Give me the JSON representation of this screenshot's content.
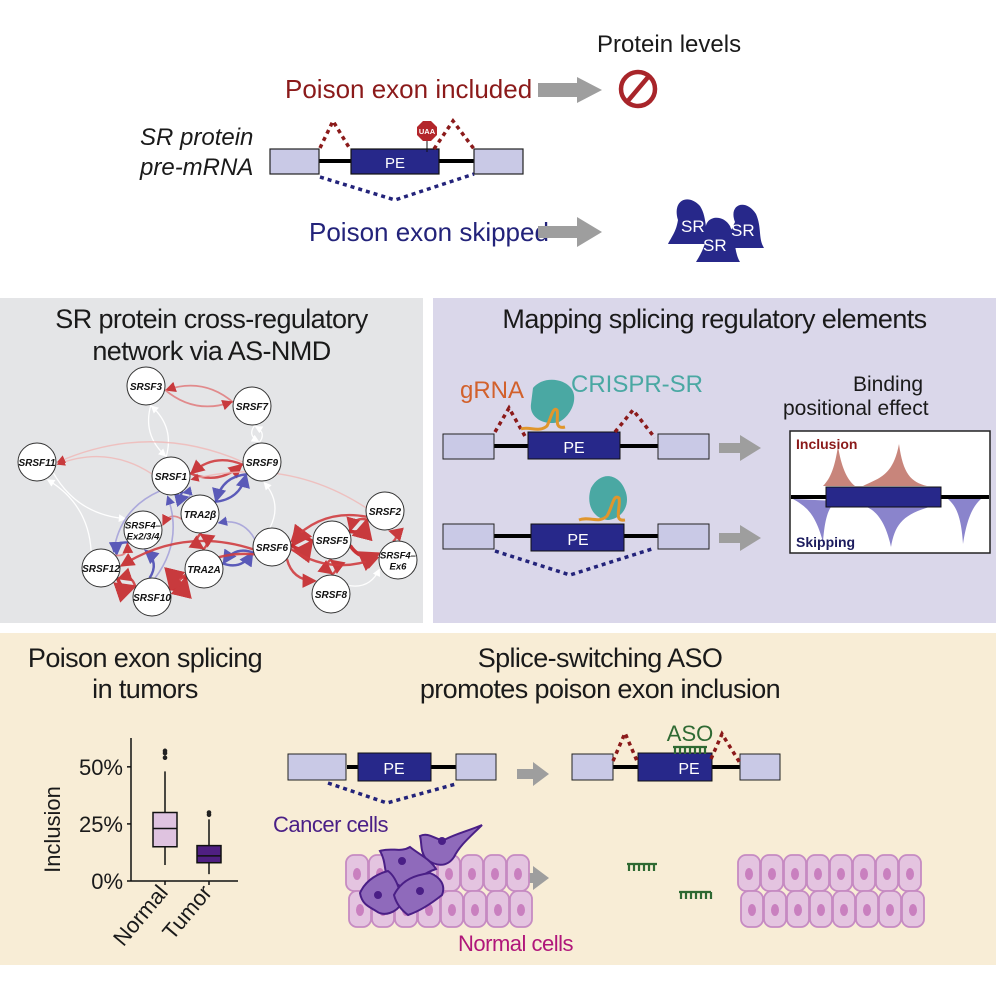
{
  "colors": {
    "included_red": "#8b1a1a",
    "skipped_navy": "#23237a",
    "pe_fill": "#27288a",
    "exon_fill": "#c9c9e6",
    "arrow_gray": "#9e9e9e",
    "gray_panel": "#e4e5e7",
    "lavender_panel": "#dad7ea",
    "beige_panel": "#f8edd6",
    "crispr_teal": "#4aa8a3",
    "grna_orange": "#d2612c",
    "aso_green": "#2f6a33",
    "cancer_purple": "#4a1f86",
    "normal_magenta": "#b0167a"
  },
  "top": {
    "protein_levels": "Protein levels",
    "included_label": "Poison exon included",
    "skipped_label": "Poison exon skipped",
    "pre_mrna_line1": "SR protein",
    "pre_mrna_line2": "pre-mRNA",
    "pe": "PE",
    "stop_codon": "UAA",
    "no_protein_icon": "prohibited-icon",
    "sr_labels": [
      "SR",
      "SR",
      "SR"
    ]
  },
  "network": {
    "title_line1": "SR protein cross-regulatory",
    "title_line2": "network via AS-NMD",
    "nodes": [
      {
        "id": "SRSF3",
        "label": [
          "SRSF3"
        ]
      },
      {
        "id": "SRSF7",
        "label": [
          "SRSF7"
        ]
      },
      {
        "id": "SRSF11",
        "label": [
          "SRSF11"
        ]
      },
      {
        "id": "SRSF1",
        "label": [
          "SRSF1"
        ]
      },
      {
        "id": "SRSF9",
        "label": [
          "SRSF9"
        ]
      },
      {
        "id": "TRA2B",
        "label": [
          "TRA2β"
        ]
      },
      {
        "id": "SRSF4a",
        "label": [
          "SRSF4–",
          "Ex2/3/4"
        ]
      },
      {
        "id": "SRSF12",
        "label": [
          "SRSF12"
        ]
      },
      {
        "id": "SRSF10",
        "label": [
          "SRSF10"
        ]
      },
      {
        "id": "TRA2A",
        "label": [
          "TRA2A"
        ]
      },
      {
        "id": "SRSF6",
        "label": [
          "SRSF6"
        ]
      },
      {
        "id": "SRSF5",
        "label": [
          "SRSF5"
        ]
      },
      {
        "id": "SRSF2",
        "label": [
          "SRSF2"
        ]
      },
      {
        "id": "SRSF4b",
        "label": [
          "SRSF4–",
          "Ex6"
        ]
      },
      {
        "id": "SRSF8",
        "label": [
          "SRSF8"
        ]
      }
    ],
    "edges": [
      {
        "from": "SRSF7",
        "to": "SRSF3",
        "type": "red-light"
      },
      {
        "from": "SRSF3",
        "to": "SRSF7",
        "type": "red-light"
      },
      {
        "from": "SRSF3",
        "to": "SRSF1",
        "type": "white"
      },
      {
        "from": "SRSF1",
        "to": "SRSF3",
        "type": "white"
      },
      {
        "from": "SRSF7",
        "to": "SRSF9",
        "type": "white"
      },
      {
        "from": "SRSF9",
        "to": "SRSF7",
        "type": "white"
      },
      {
        "from": "SRSF1",
        "to": "SRSF11",
        "type": "red-faint"
      },
      {
        "from": "SRSF9",
        "to": "SRSF11",
        "type": "red-faint"
      },
      {
        "from": "SRSF11",
        "to": "SRSF4a",
        "type": "white"
      },
      {
        "from": "SRSF12",
        "to": "SRSF11",
        "type": "white"
      },
      {
        "from": "SRSF9",
        "to": "SRSF1",
        "type": "red"
      },
      {
        "from": "SRSF1",
        "to": "SRSF9",
        "type": "red"
      },
      {
        "from": "SRSF9",
        "to": "TRA2B",
        "type": "blue"
      },
      {
        "from": "TRA2B",
        "to": "SRSF9",
        "type": "blue"
      },
      {
        "from": "SRSF1",
        "to": "TRA2B",
        "type": "blue"
      },
      {
        "from": "TRA2B",
        "to": "SRSF1",
        "type": "blue-light"
      },
      {
        "from": "SRSF1",
        "to": "SRSF12",
        "type": "blue-light"
      },
      {
        "from": "TRA2B",
        "to": "SRSF4a",
        "type": "red-light"
      },
      {
        "from": "SRSF4a",
        "to": "SRSF12",
        "type": "blue"
      },
      {
        "from": "SRSF12",
        "to": "SRSF4a",
        "type": "red-light"
      },
      {
        "from": "SRSF10",
        "to": "SRSF4a",
        "type": "blue"
      },
      {
        "from": "SRSF10",
        "to": "SRSF1",
        "type": "blue-light"
      },
      {
        "from": "SRSF12",
        "to": "SRSF10",
        "type": "red-strong"
      },
      {
        "from": "SRSF10",
        "to": "SRSF12",
        "type": "red"
      },
      {
        "from": "SRSF10",
        "to": "TRA2A",
        "type": "red-strong"
      },
      {
        "from": "TRA2A",
        "to": "SRSF10",
        "type": "red-strong"
      },
      {
        "from": "SRSF6",
        "to": "SRSF12",
        "type": "red"
      },
      {
        "from": "TRA2A",
        "to": "TRA2B",
        "type": "red"
      },
      {
        "from": "TRA2B",
        "to": "TRA2A",
        "type": "red"
      },
      {
        "from": "TRA2A",
        "to": "SRSF6",
        "type": "blue"
      },
      {
        "from": "SRSF6",
        "to": "TRA2A",
        "type": "blue"
      },
      {
        "from": "SRSF6",
        "to": "TRA2B",
        "type": "blue-light"
      },
      {
        "from": "SRSF6",
        "to": "SRSF10",
        "type": "red"
      },
      {
        "from": "SRSF5",
        "to": "SRSF6",
        "type": "red-strong"
      },
      {
        "from": "SRSF6",
        "to": "SRSF5",
        "type": "red-strong"
      },
      {
        "from": "SRSF2",
        "to": "SRSF6",
        "type": "red"
      },
      {
        "from": "SRSF2",
        "to": "SRSF5",
        "type": "red"
      },
      {
        "from": "SRSF5",
        "to": "SRSF2",
        "type": "red-strong"
      },
      {
        "from": "SRSF5",
        "to": "SRSF4b",
        "type": "red-strong"
      },
      {
        "from": "SRSF4b",
        "to": "SRSF2",
        "type": "red"
      },
      {
        "from": "SRSF6",
        "to": "SRSF8",
        "type": "red"
      },
      {
        "from": "SRSF8",
        "to": "SRSF5",
        "type": "red"
      },
      {
        "from": "SRSF5",
        "to": "SRSF8",
        "type": "red"
      },
      {
        "from": "SRSF8",
        "to": "SRSF4b",
        "type": "white"
      },
      {
        "from": "SRSF6",
        "to": "SRSF4b",
        "type": "red"
      },
      {
        "from": "SRSF2",
        "to": "SRSF1",
        "type": "red-faint"
      },
      {
        "from": "SRSF6",
        "to": "SRSF9",
        "type": "white"
      }
    ]
  },
  "mapping": {
    "title": "Mapping splicing regulatory elements",
    "grna": "gRNA",
    "crispr_sr": "CRISPR-SR",
    "pe_top": "PE",
    "pe_bottom": "PE",
    "binding_line1": "Binding",
    "binding_line2": "positional effect",
    "inclusion": "Inclusion",
    "skipping": "Skipping"
  },
  "tumors": {
    "title_line1": "Poison exon splicing",
    "title_line2": "in tumors"
  },
  "chart_data": {
    "type": "box",
    "title": "Poison exon splicing in tumors",
    "xlabel": "",
    "ylabel": "Inclusion",
    "ylim": [
      0,
      60
    ],
    "yticks": [
      0,
      25,
      50
    ],
    "ytick_labels": [
      "0%",
      "25%",
      "50%"
    ],
    "categories": [
      "Normal",
      "Tumor"
    ],
    "series": [
      {
        "name": "Normal",
        "color": "#dfc3e0",
        "whisker_low": 7,
        "q1": 15,
        "median": 23,
        "q3": 30,
        "whisker_high": 48,
        "outliers": [
          54,
          56,
          57
        ]
      },
      {
        "name": "Tumor",
        "color": "#4f1f82",
        "whisker_low": 3,
        "q1": 8,
        "median": 11,
        "q3": 15.5,
        "whisker_high": 27,
        "outliers": [
          29,
          30
        ]
      }
    ]
  },
  "aso": {
    "title_line1": "Splice-switching ASO",
    "title_line2": "promotes poison exon inclusion",
    "pe_left": "PE",
    "pe_right": "PE",
    "aso_label": "ASO",
    "cancer_cells": "Cancer cells",
    "normal_cells": "Normal cells"
  }
}
